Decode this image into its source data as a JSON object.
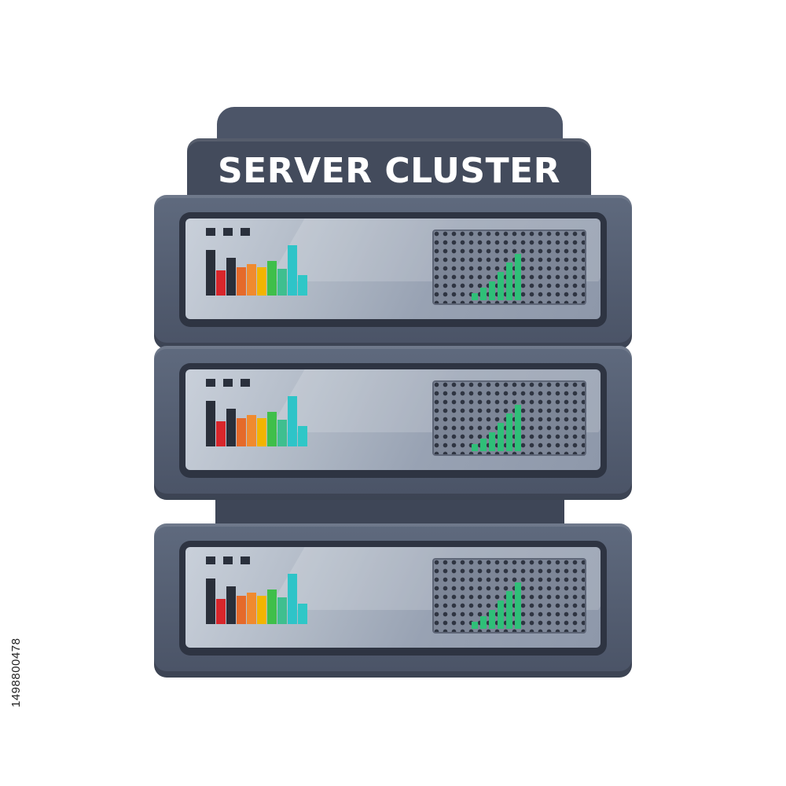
{
  "header": {
    "title": "SERVER CLUSTER"
  },
  "units": [
    {
      "id": "unit-1",
      "leds": 3,
      "bars": [
        0.72,
        0.4,
        0.6,
        0.45,
        0.5,
        0.45,
        0.55,
        0.42,
        0.8,
        0.32
      ],
      "signal": [
        0.12,
        0.22,
        0.34,
        0.5,
        0.66,
        0.82
      ]
    },
    {
      "id": "unit-2",
      "leds": 3,
      "bars": [
        0.72,
        0.4,
        0.6,
        0.45,
        0.5,
        0.45,
        0.55,
        0.42,
        0.8,
        0.32
      ],
      "signal": [
        0.12,
        0.22,
        0.34,
        0.5,
        0.66,
        0.82
      ]
    },
    {
      "id": "unit-3",
      "leds": 3,
      "bars": [
        0.72,
        0.4,
        0.6,
        0.45,
        0.5,
        0.45,
        0.55,
        0.42,
        0.8,
        0.32
      ],
      "signal": [
        0.12,
        0.22,
        0.34,
        0.5,
        0.66,
        0.82
      ]
    }
  ],
  "colors": {
    "bar_colors": [
      "#2a2f3a",
      "#d8262b",
      "#2a2f3a",
      "#e56a2a",
      "#f08a2e",
      "#f2b400",
      "#3fbf4a",
      "#3fbf8f",
      "#2ec4c8",
      "#2fc7c7"
    ],
    "signal": "#2fbf78",
    "chassis": "#4a5366",
    "bezel": "#2e3442"
  },
  "watermark": {
    "stock_id": "1498800478"
  }
}
